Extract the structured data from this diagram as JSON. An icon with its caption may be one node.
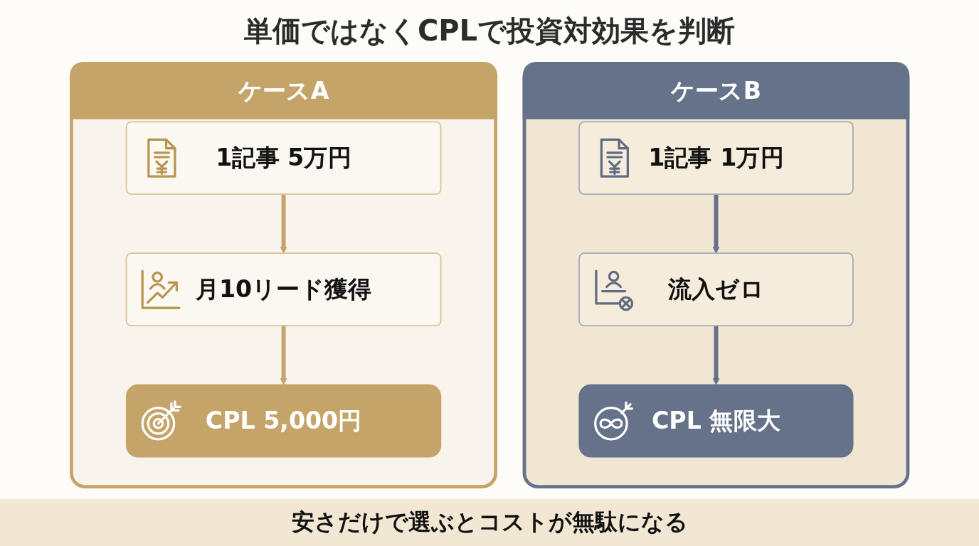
{
  "diagram": {
    "title": "単価ではなくCPLで投資対効果を判断",
    "nodes": [
      {
        "text": [
          "ケースA"
        ]
      },
      {
        "text": [
          "1記事 5万円"
        ],
        "in": 0
      },
      {
        "text": [
          "月10リード獲得"
        ],
        "in": 0
      },
      {
        "text": [
          "CPL 5,000円"
        ],
        "in": 0
      },
      {
        "text": [
          "ケースB"
        ]
      },
      {
        "text": [
          "1記事 1万円"
        ],
        "in": 4
      },
      {
        "text": [
          "流入ゼロ"
        ],
        "in": 4
      },
      {
        "text": [
          "CPL 無限大"
        ],
        "in": 4
      }
    ],
    "edges": [
      {
        "from": 1,
        "to": 2,
        "arrow": "to",
        "color": "#c5a46a"
      },
      {
        "from": 2,
        "to": 3,
        "arrow": "to",
        "color": "#c5a46a"
      },
      {
        "from": 5,
        "to": 6,
        "arrow": "to",
        "color": "#66728a"
      },
      {
        "from": 6,
        "to": 7,
        "arrow": "to",
        "color": "#66728a"
      }
    ],
    "caption": "安さだけで選ぶとコストが無駄になる"
  }
}
